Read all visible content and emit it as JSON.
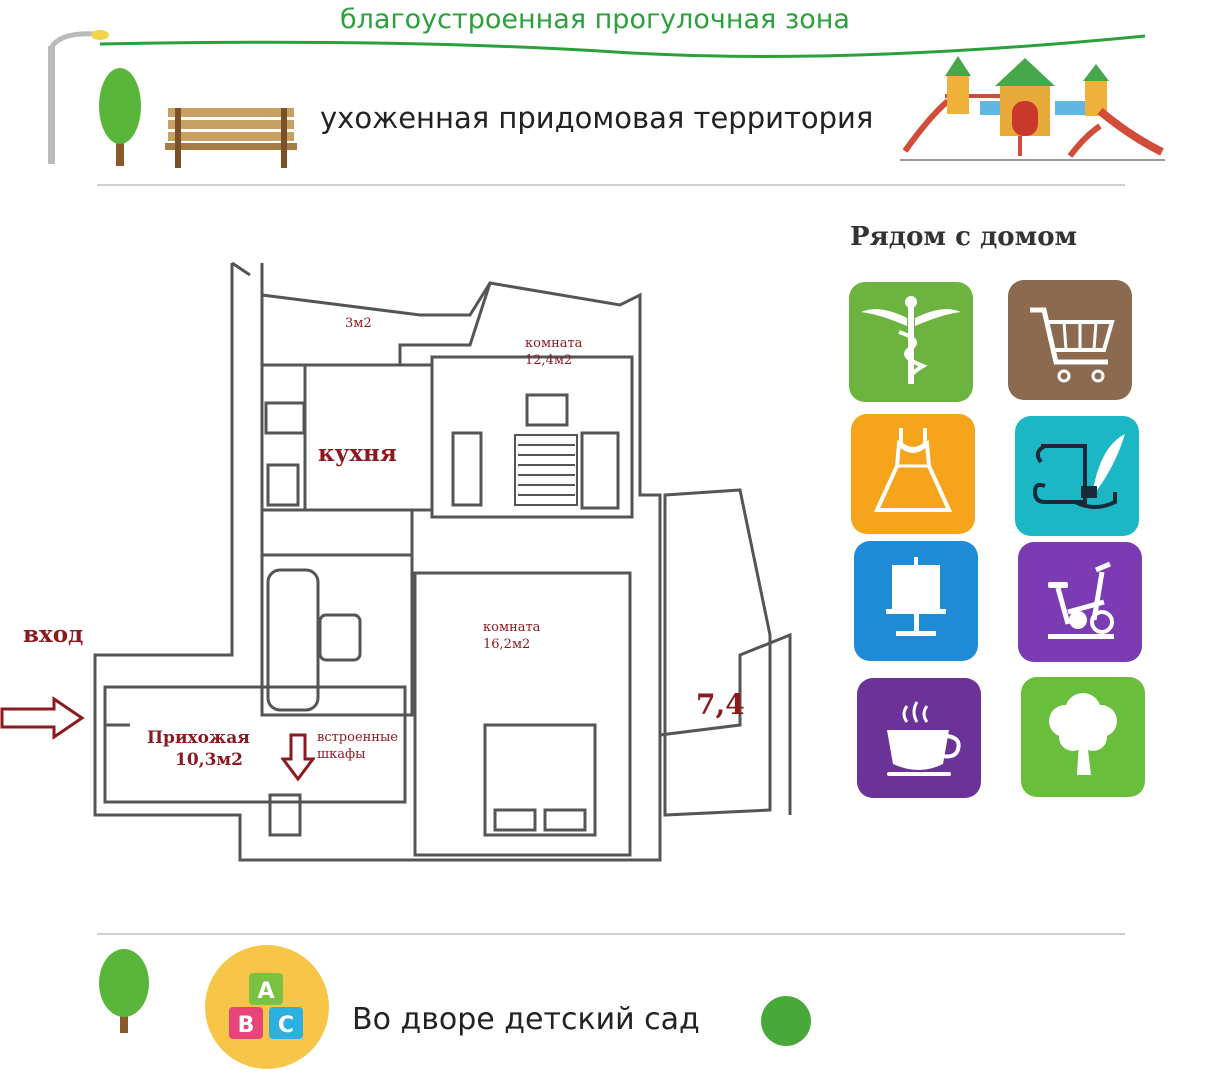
{
  "header": {
    "walk_zone": "благоустроенная прогулочная зона",
    "yard_territory": "ухоженная придомовая территория"
  },
  "nearby": {
    "title": "Рядом с домом",
    "tiles": [
      {
        "icon": "medical-caduceus-icon",
        "color": "#6cb33f"
      },
      {
        "icon": "shopping-cart-icon",
        "color": "#8c6a4f"
      },
      {
        "icon": "dress-icon",
        "color": "#f6a41c"
      },
      {
        "icon": "scroll-quill-icon",
        "color": "#1cb7c4"
      },
      {
        "icon": "easel-icon",
        "color": "#1f8bd6"
      },
      {
        "icon": "exercise-bike-icon",
        "color": "#7b3bb3"
      },
      {
        "icon": "coffee-cup-icon",
        "color": "#6b3397"
      },
      {
        "icon": "tree-icon",
        "color": "#69be3b"
      }
    ]
  },
  "plan": {
    "entrance": "вход",
    "storage": "3м2",
    "room1_name": "комната",
    "room1_area": "12,4м2",
    "kitchen": "кухня",
    "room2_name": "комната",
    "room2_area": "16,2м2",
    "balcony": "7,4",
    "hall_name": "Прихожая",
    "hall_area": "10,3м2",
    "closets_line1": "встроенные",
    "closets_line2": "шкафы"
  },
  "footer": {
    "kindergarten": "Во дворе детский сад",
    "abc_letters": [
      "A",
      "B",
      "C"
    ],
    "abc_colors": [
      "#7cc242",
      "#e9447a",
      "#2bb0e0"
    ]
  }
}
